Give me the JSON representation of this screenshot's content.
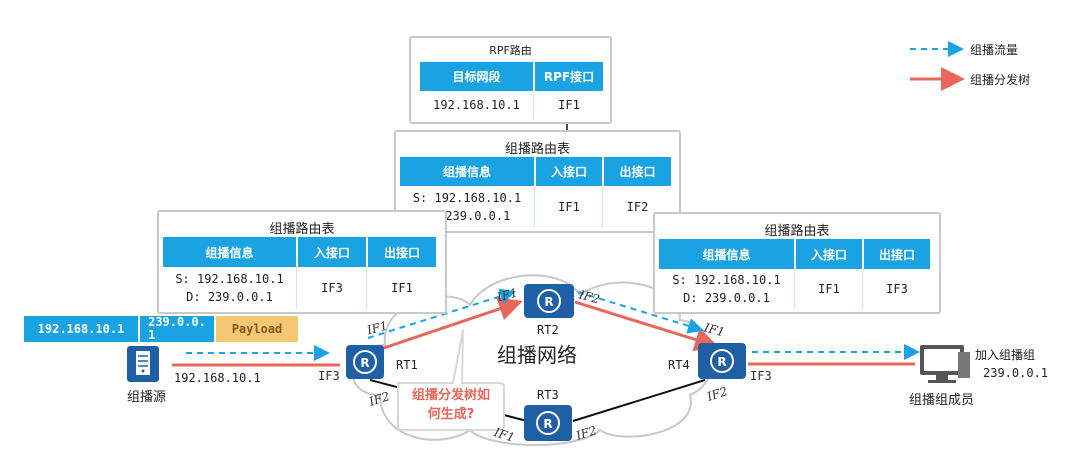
{
  "colors": {
    "accent_blue": "#19a3e3",
    "tree_red": "#e8665a",
    "router_blue": "#1f5fa6",
    "payload_orange": "#f7c873"
  },
  "legend": {
    "flow_label": "组播流量",
    "tree_label": "组播分发树"
  },
  "rpf_table": {
    "title": "RPF路由",
    "headers": [
      "目标网段",
      "RPF接口"
    ],
    "row": [
      "192.168.10.1",
      "IF1"
    ]
  },
  "rt2_table": {
    "title": "组播路由表",
    "headers": [
      "组播信息",
      "入接口",
      "出接口"
    ],
    "row": [
      "S: 192.168.10.1\nD: 239.0.0.1",
      "IF1",
      "IF2"
    ]
  },
  "rt1_table": {
    "title": "组播路由表",
    "headers": [
      "组播信息",
      "入接口",
      "出接口"
    ],
    "row": [
      "S: 192.168.10.1\nD: 239.0.0.1",
      "IF3",
      "IF1"
    ]
  },
  "rt4_table": {
    "title": "组播路由表",
    "headers": [
      "组播信息",
      "入接口",
      "出接口"
    ],
    "row": [
      "S: 192.168.10.1\nD: 239.0.0.1",
      "IF1",
      "IF3"
    ]
  },
  "packet": {
    "src": "192.168.10.1",
    "dst": "239.0.0.\n1",
    "payload": "Payload"
  },
  "source": {
    "label": "组播源",
    "ip": "192.168.10.1"
  },
  "receiver": {
    "label": "组播组成员",
    "join": "加入组播组",
    "group": "239.0.0.1"
  },
  "network": {
    "label": "组播网络"
  },
  "callout": {
    "text": "组播分发树如\n何生成?"
  },
  "routers": {
    "rt1": "RT1",
    "rt2": "RT2",
    "rt3": "RT3",
    "rt4": "RT4"
  },
  "interfaces": {
    "rt1_if1": "IF1",
    "rt1_if2": "IF2",
    "rt1_if3": "IF3",
    "rt2_if1": "IF1",
    "rt2_if2": "IF2",
    "rt3_if1": "IF1",
    "rt3_if2": "IF2",
    "rt4_if1": "IF1",
    "rt4_if2": "IF2",
    "rt4_if3": "IF3"
  }
}
